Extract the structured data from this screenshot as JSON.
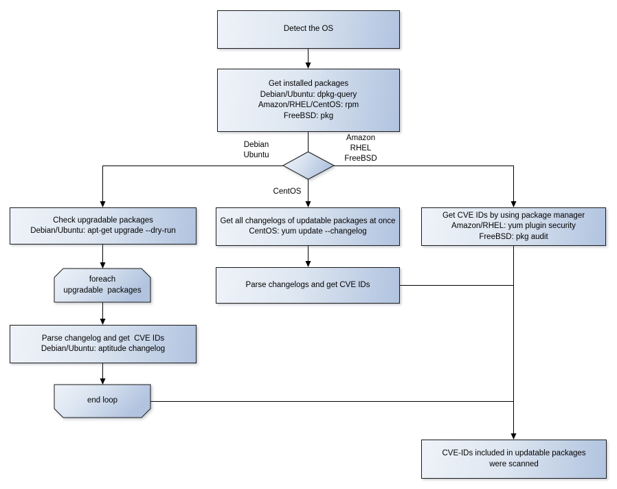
{
  "nodes": {
    "detect_os": {
      "label": "Detect the OS"
    },
    "get_installed_packages": {
      "label": "Get installed packages\nDebian/Ubuntu: dpkg-query\nAmazon/RHEL/CentOS: rpm\nFreeBSD: pkg"
    },
    "check_upgradable": {
      "label": "Check upgradable packages\nDebian/Ubuntu: apt-get upgrade --dry-run"
    },
    "foreach_loop_start": {
      "label": "foreach\nupgradable  packages"
    },
    "parse_changelog_debian": {
      "label": "Parse changelog and get  CVE IDs\nDebian/Ubuntu: aptitude changelog"
    },
    "end_loop": {
      "label": "end loop"
    },
    "get_all_changelogs": {
      "label": "Get all changelogs of updatable packages at once\nCentOS: yum update --changelog"
    },
    "parse_changelogs_centos": {
      "label": "Parse changelogs and get CVE IDs"
    },
    "get_cve_ids_pkg_manager": {
      "label": "Get CVE IDs by using package manager\nAmazon/RHEL: yum plugin security\nFreeBSD: pkg audit"
    },
    "result_scanned": {
      "label": "CVE-IDs included in updatable packages\nwere scanned"
    }
  },
  "edge_labels": {
    "debian_ubuntu": "Debian\nUbuntu",
    "amazon_rhel_freebsd": "Amazon\nRHEL\nFreeBSD",
    "centos": "CentOS"
  },
  "colors": {
    "node_fill_light": "#eff3f9",
    "node_fill_mid": "#dde6f1",
    "node_fill_dark": "#b1c3df",
    "node_border": "#1a1a1a",
    "connector": "#000000",
    "background": "#ffffff",
    "text": "#000000"
  }
}
